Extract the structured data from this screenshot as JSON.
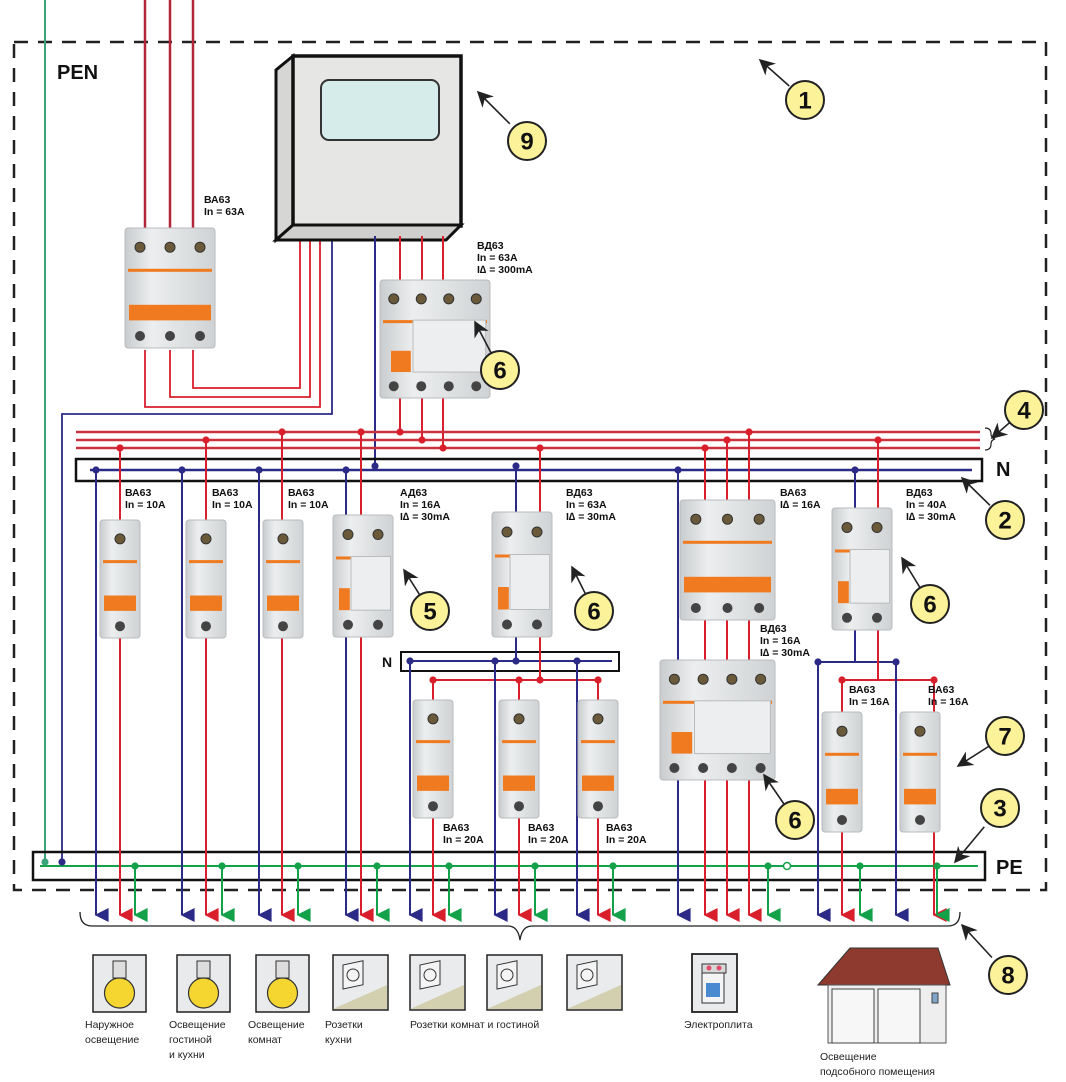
{
  "colors": {
    "phase": "#d91f2b",
    "phase_dark": "#b3263a",
    "neutral": "#2b2a86",
    "pe": "#13a14a",
    "pen": "#3aa37a",
    "callout_fill": "#fbf29a",
    "breaker_body": "#dfe1e2",
    "breaker_handle": "#f07a1f"
  },
  "bus_labels": {
    "pen": "PEN",
    "n_main": "N",
    "n_sub": "N",
    "pe": "PE"
  },
  "devices": {
    "input_breaker": {
      "model": "ВА63",
      "rating": "In = 63A"
    },
    "main_rcd": {
      "model": "ВД63",
      "rating": "In = 63A",
      "leakage": "I∆ = 300mA"
    },
    "b1": {
      "model": "ВА63",
      "rating": "In = 10A"
    },
    "b2": {
      "model": "ВА63",
      "rating": "In = 10A"
    },
    "b3": {
      "model": "ВА63",
      "rating": "In = 10A"
    },
    "rcbo": {
      "model": "АД63",
      "rating": "In = 16A",
      "leakage": "I∆ = 30mA"
    },
    "rcd_sockets": {
      "model": "ВД63",
      "rating": "In = 63A",
      "leakage": "I∆ = 30mA"
    },
    "stove_breaker": {
      "model": "ВА63",
      "rating": "I∆ = 16A"
    },
    "rcd_shed": {
      "model": "ВД63",
      "rating": "In = 40A",
      "leakage": "I∆ = 30mA"
    },
    "stove_rcd": {
      "model": "ВД63",
      "rating": "In = 16A",
      "leakage": "I∆ = 30mA"
    },
    "s1": {
      "model": "ВА63",
      "rating": "In = 20A"
    },
    "s2": {
      "model": "ВА63",
      "rating": "In = 20A"
    },
    "s3": {
      "model": "ВА63",
      "rating": "In = 20A"
    },
    "shed1": {
      "model": "ВА63",
      "rating": "In = 16A"
    },
    "shed2": {
      "model": "ВА63",
      "rating": "In = 16A"
    }
  },
  "callouts": [
    "1",
    "2",
    "3",
    "4",
    "5",
    "6",
    "6",
    "6",
    "6",
    "7",
    "8",
    "9"
  ],
  "loads": [
    {
      "icon": "light-bulb-icon",
      "label_lines": [
        "Наружное",
        "освещение"
      ]
    },
    {
      "icon": "light-bulb-icon",
      "label_lines": [
        "Освещение",
        "гостиной",
        "и кухни"
      ]
    },
    {
      "icon": "light-bulb-icon",
      "label_lines": [
        "Освещение",
        "комнат"
      ]
    },
    {
      "icon": "socket-icon",
      "label_lines": [
        "Розетки",
        "кухни"
      ]
    },
    {
      "icon": "socket-icon",
      "label_lines": [
        "Розетки комнат и гостиной"
      ]
    },
    {
      "icon": "socket-icon",
      "label_lines": []
    },
    {
      "icon": "socket-icon",
      "label_lines": []
    },
    {
      "icon": "electric-stove-icon",
      "label_lines": [
        "Электроплита"
      ]
    },
    {
      "icon": "garage-house-icon",
      "label_lines": [
        "Освещение",
        "подсобного помещения"
      ]
    }
  ]
}
